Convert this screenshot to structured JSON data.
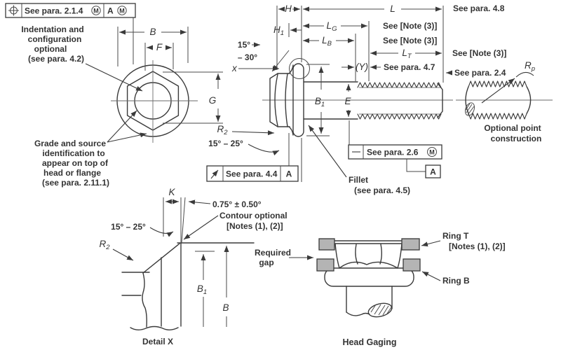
{
  "colors": {
    "ink": "#3a3a3a",
    "ring_fill": "#b4b4b4",
    "background": "#ffffff"
  },
  "icons": {
    "position_tolerance": "⌖",
    "material_condition": "M",
    "circular_runout": "↗",
    "straightness": "—"
  },
  "fcf_position": {
    "note": "See para. 2.1.4",
    "modifier": "M",
    "datum": "A",
    "datum_modifier": "M"
  },
  "fcf_runout": {
    "note": "See para. 4.4",
    "datum": "A"
  },
  "fcf_straightness": {
    "note": "See para. 2.6",
    "modifier": "M",
    "datum": "A"
  },
  "top_view": {
    "dim_b": "B",
    "dim_f": "F",
    "dim_g": "G",
    "indentation_note": [
      "Indentation and",
      "configuration",
      "optional",
      "(see para. 4.2)"
    ],
    "grade_note": [
      "Grade and source",
      "identification to",
      "appear on top of",
      "head or flange",
      "(see para. 2.11.1)"
    ]
  },
  "side_view": {
    "dim_h": "H",
    "dim_h1_base": "H",
    "dim_h1_sub": "1",
    "dim_l": "L",
    "dim_lg_base": "L",
    "dim_lg_sub": "G",
    "dim_lb_base": "L",
    "dim_lb_sub": "B",
    "dim_lt_base": "L",
    "dim_lt_sub": "T",
    "dim_y": "(Y)",
    "dim_b1_base": "B",
    "dim_b1_sub": "1",
    "dim_e": "E",
    "dim_r2_base": "R",
    "dim_r2_sub": "2",
    "dim_x": "x",
    "dim_rp_base": "R",
    "dim_rp_sub": "p",
    "angle_chamfer_line1": "15°",
    "angle_chamfer_line2": "– 30°",
    "angle_flange": "15° – 25°",
    "note_l": "See para. 4.8",
    "note_lg": "See [Note (3)]",
    "note_lb": "See [Note (3)]",
    "note_lt": "See [Note (3)]",
    "note_y": "See para. 4.7",
    "note_point": "See para. 2.4",
    "fillet_label": [
      "Fillet",
      "(see para. 4.5)"
    ],
    "optional_point_label": [
      "Optional point",
      "construction"
    ]
  },
  "detail_x": {
    "caption": "Detail X",
    "dim_k": "K",
    "tilt_tolerance": "0.75° ± 0.50°",
    "contour_note": [
      "Contour optional",
      "[Notes (1), (2)]"
    ],
    "angle": "15° – 25°",
    "dim_r2_base": "R",
    "dim_r2_sub": "2",
    "dim_b1_base": "B",
    "dim_b1_sub": "1",
    "dim_b": "B"
  },
  "head_gaging": {
    "caption": "Head Gaging",
    "ring_t_label": "Ring T",
    "ring_t_note": "[Notes (1), (2)]",
    "ring_b_label": "Ring B",
    "gap_label": [
      "Required",
      "gap"
    ]
  }
}
